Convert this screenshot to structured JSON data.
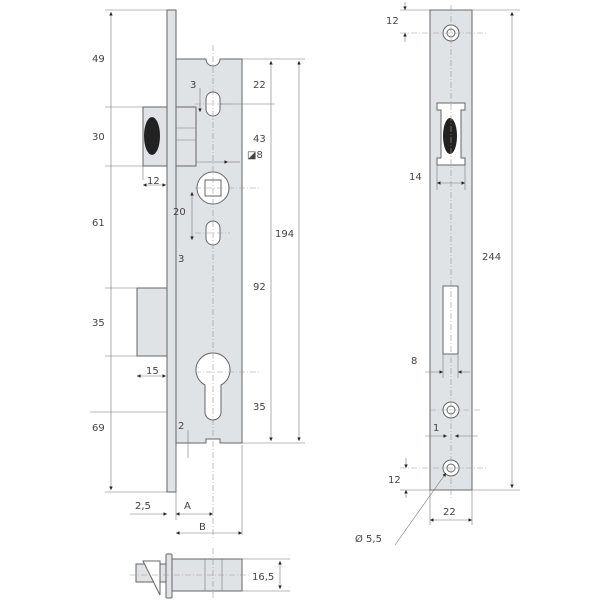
{
  "left_view": {
    "d49": "49",
    "d30": "30",
    "d12": "12",
    "d61": "61",
    "d35a": "35",
    "d15": "15",
    "d69": "69",
    "d3a": "3",
    "d22": "22",
    "d43": "43",
    "d8": "◪8",
    "d20": "20",
    "d3b": "3",
    "d194": "194",
    "d92": "92",
    "d35b": "35",
    "d2": "2",
    "d25": "2,5",
    "dA": "A",
    "dB": "B"
  },
  "right_view": {
    "d12a": "12",
    "d14": "14",
    "d244": "244",
    "d8": "8",
    "d1": "1",
    "d12b": "12",
    "d22": "22",
    "d55": "Ø 5,5"
  },
  "bottom_view": {
    "d165": "16,5"
  }
}
